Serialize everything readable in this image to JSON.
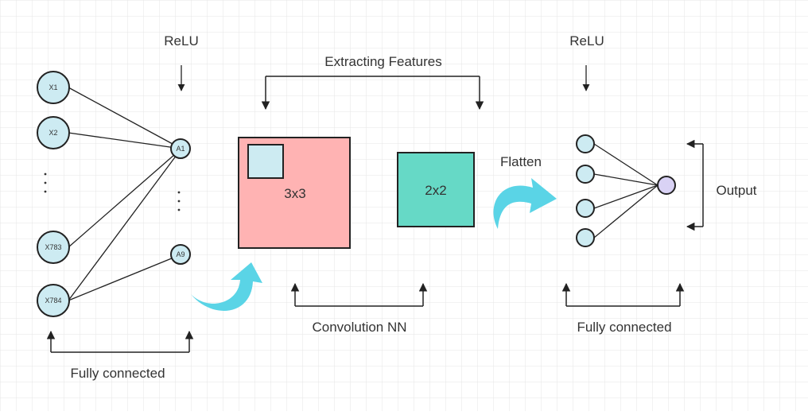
{
  "input_layer": {
    "nodes": [
      "X1",
      "X2",
      "X783",
      "X784"
    ],
    "ellipsis": "·\n·\n·"
  },
  "hidden_layer": {
    "nodes": [
      "A1",
      "A9"
    ],
    "ellipsis": "·\n·\n·"
  },
  "labels": {
    "relu_left": "ReLU",
    "relu_right": "ReLU",
    "extracting": "Extracting Features",
    "conv_big": "3x3",
    "conv_small": "2x2",
    "flatten": "Flatten",
    "output": "Output",
    "convolution": "Convolution NN",
    "fully_connected_left": "Fully connected",
    "fully_connected_right": "Fully connected"
  },
  "colors": {
    "node_fill": "#cdebf2",
    "output_node_fill": "#d9d2f5",
    "conv_big_fill": "#ffb3b3",
    "conv_small_fill": "#66d9c6",
    "arrow_fill": "#5ad4e6",
    "stroke": "#222222",
    "grid": "#e6e6e6"
  },
  "icons": {
    "curved_arrow_left": "curved-arrow-icon",
    "curved_arrow_right": "curved-arrow-icon"
  }
}
